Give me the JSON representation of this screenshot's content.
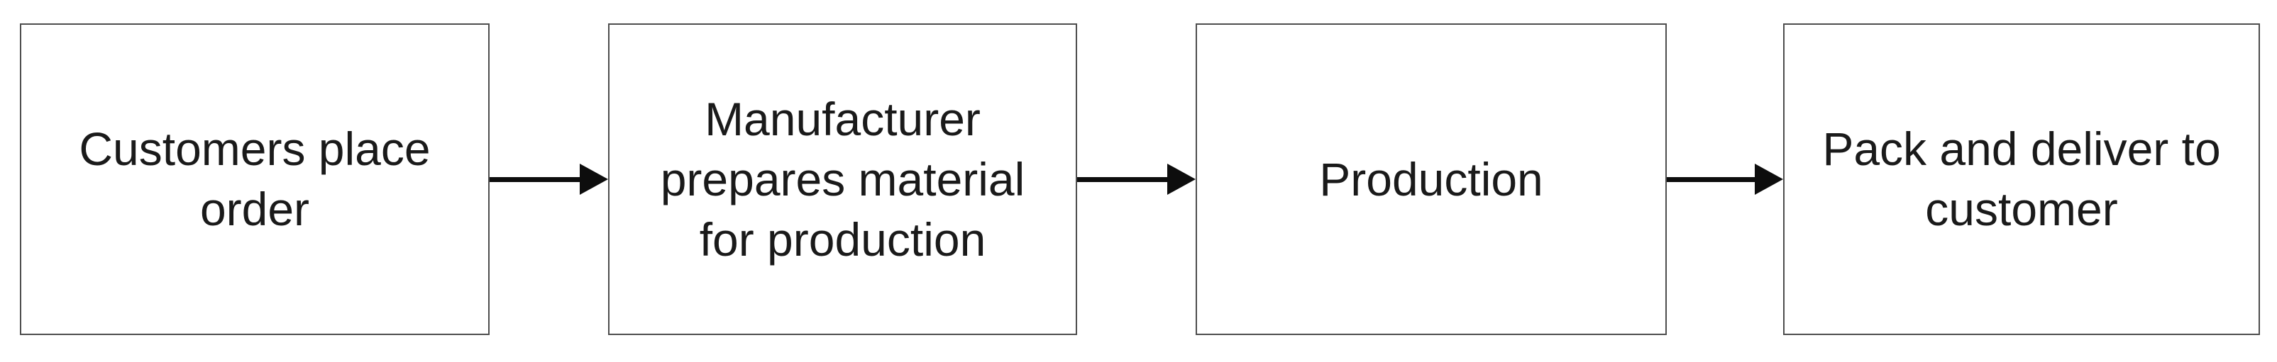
{
  "flowchart": {
    "colors": {
      "background": "#ffffff",
      "node_fill": "#ffffff",
      "node_border": "#4d4d4d",
      "arrow": "#0d0d0d",
      "text": "#1a1a1a"
    },
    "nodes": [
      {
        "id": "customers-place-order",
        "label": "Customers place\norder"
      },
      {
        "id": "manufacturer-prepares-material",
        "label": "Manufacturer\nprepares material\nfor production"
      },
      {
        "id": "production",
        "label": "Production"
      },
      {
        "id": "pack-and-deliver-to-customer",
        "label": "Pack and deliver to\ncustomer"
      }
    ],
    "connections": [
      {
        "from": "customers-place-order",
        "to": "manufacturer-prepares-material"
      },
      {
        "from": "manufacturer-prepares-material",
        "to": "production"
      },
      {
        "from": "production",
        "to": "pack-and-deliver-to-customer"
      }
    ]
  }
}
